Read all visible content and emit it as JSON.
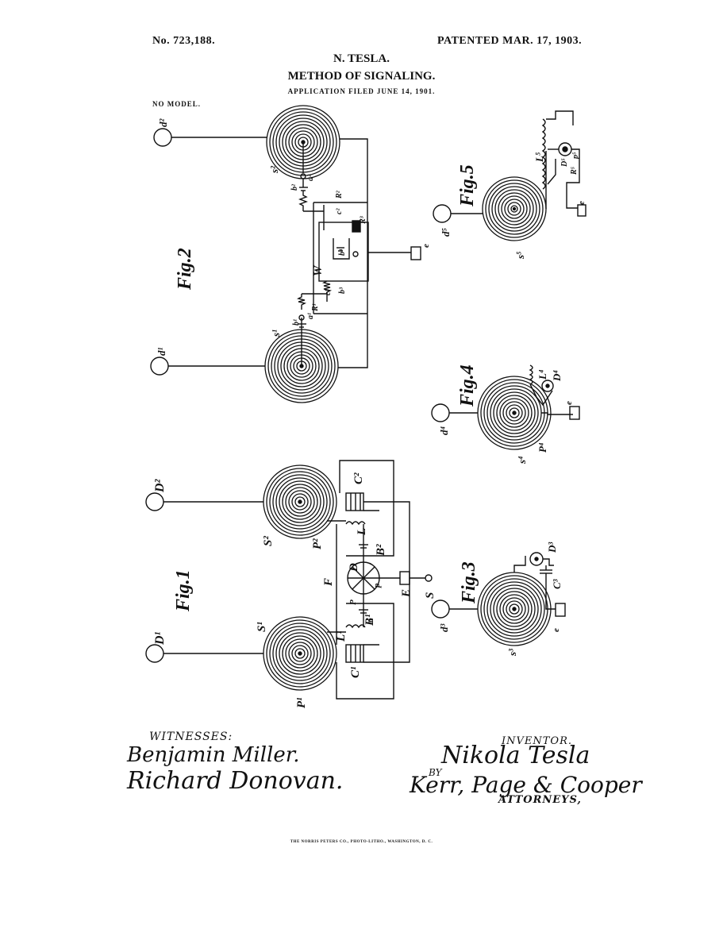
{
  "header": {
    "patent_number": "No. 723,188.",
    "patent_date": "PATENTED MAR. 17, 1903.",
    "inventor_name": "N. TESLA.",
    "title": "METHOD OF SIGNALING.",
    "application": "APPLICATION FILED JUNE 14, 1901.",
    "model": "NO MODEL."
  },
  "figures": {
    "fig1": "Fig.1",
    "fig2": "Fig.2",
    "fig3": "Fig.3",
    "fig4": "Fig.4",
    "fig5": "Fig.5"
  },
  "labels": {
    "D1": "D¹",
    "D2": "D²",
    "S1": "S¹",
    "S2": "S²",
    "C1": "C¹",
    "C2": "C²",
    "L1": "L¹",
    "L": "L",
    "P1": "P¹",
    "P2": "P²",
    "F": "F",
    "D": "D",
    "B1": "B¹",
    "B2": "B²",
    "E": "E",
    "S": "S",
    "P": "P",
    "p": "p",
    "n": "n",
    "d1": "d¹",
    "d2": "d²",
    "s1": "s¹",
    "s2": "s²",
    "W": "W",
    "e": "e",
    "R1": "R¹",
    "R2": "R²",
    "R3": "R³",
    "b1": "b¹",
    "b2": "b²",
    "b3": "b³",
    "b4": "b⁴",
    "a1": "a¹",
    "a2": "a²",
    "c1": "c¹",
    "c2": "c²",
    "d3": "d³",
    "s3": "s³",
    "C3": "C³",
    "D3": "D³",
    "e3": "e",
    "d4": "d⁴",
    "s4": "s⁴",
    "L4": "L⁴",
    "D4": "D⁴",
    "P4": "P⁴",
    "e4": "e",
    "d5": "d⁵",
    "s5": "s⁵",
    "L5": "L⁵",
    "R5": "R⁵",
    "D5": "D⁵",
    "P5": "p⁵",
    "e5": "e"
  },
  "signatures": {
    "witnesses_label": "WITNESSES:",
    "witness_1": "Benjamin Miller.",
    "witness_2": "Richard Donovan.",
    "inventor_label": "INVENTOR.",
    "inventor_signature": "Nikola Tesla",
    "by_label": "BY",
    "attorneys_signature": "Kerr, Page & Cooper",
    "attorneys_label": "ATTORNEYS,"
  },
  "footer": {
    "imprint": "THE NORRIS PETERS CO., PHOTO-LITHO., WASHINGTON, D. C."
  }
}
